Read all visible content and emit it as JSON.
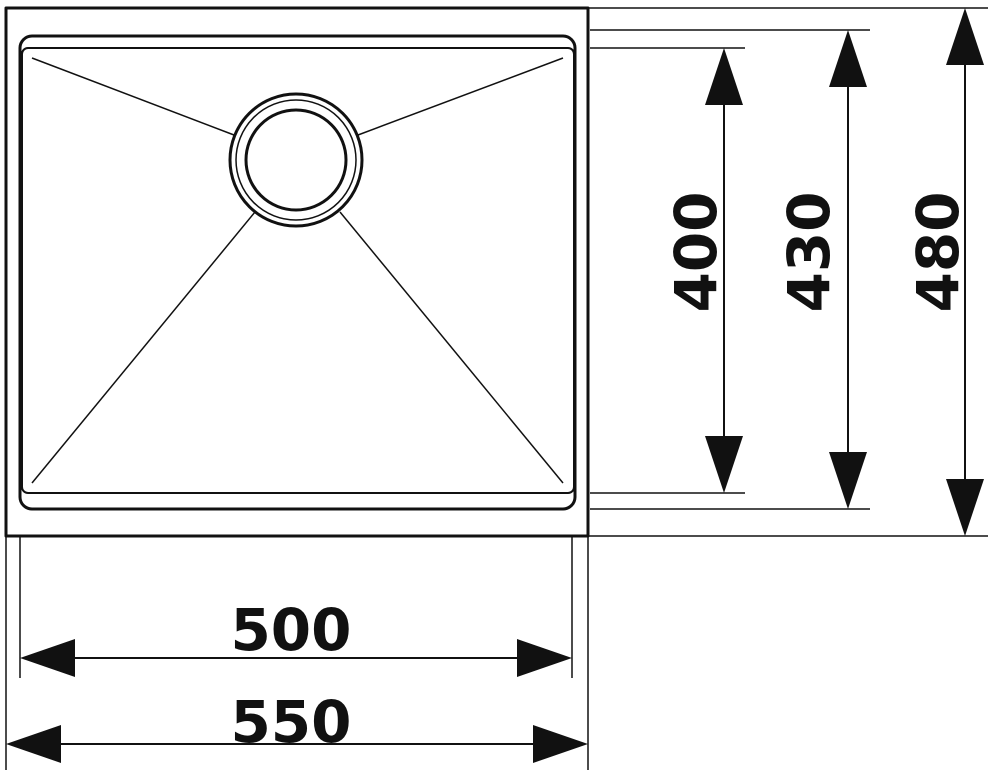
{
  "dimensions": {
    "inner_width": "500",
    "outer_width": "550",
    "inner_depth": "400",
    "mid_depth": "430",
    "outer_depth": "480"
  },
  "colors": {
    "line": "#111111",
    "background": "#ffffff"
  }
}
